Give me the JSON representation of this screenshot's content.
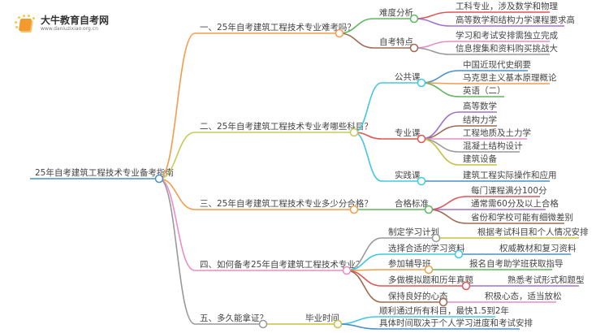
{
  "logo": {
    "title": "大牛教育自考网",
    "url": "www.daniuzixiao.org.cn"
  },
  "root": "25年自考建筑工程技术专业备考指南",
  "colors": {
    "root": "#4a90c8",
    "orange": "#f39c4a",
    "lime": "#c8c85a",
    "pink": "#e88ccc",
    "gray": "#999999",
    "green": "#5cb85c",
    "red": "#e05555",
    "purple": "#a070d0",
    "brown": "#a06a50",
    "cyan": "#40c8e0",
    "blue": "#4a90c8",
    "yellow": "#c8c040"
  },
  "b1": {
    "title": "一、25年自考建筑工程技术专业难考吗？",
    "c0": {
      "label": "难度分析",
      "leaves": [
        "工科专业，涉及数学和物理",
        "高等数学和结构力学课程要求高"
      ]
    },
    "c1": {
      "label": "自考特点",
      "leaves": [
        "学习和考试安排需独立完成",
        "信息搜集和资料购买挑战大"
      ]
    }
  },
  "b2": {
    "title": "二、25年自考建筑工程技术专业考哪些科目？",
    "c0": {
      "label": "公共课",
      "leaves": [
        "中国近现代史纲要",
        "马克思主义基本原理概论",
        "英语（二）"
      ]
    },
    "c1": {
      "label": "专业课",
      "leaves": [
        "高等数学",
        "结构力学",
        "工程地质及土力学",
        "混凝土结构设计",
        "建筑设备"
      ]
    },
    "c2": {
      "label": "实践课",
      "leaves": [
        "建筑工程实际操作和应用"
      ]
    }
  },
  "b3": {
    "title": "三、25年自考建筑工程技术专业多少分合格？",
    "c0": {
      "label": "合格标准",
      "leaves": [
        "每门课程满分100分",
        "通常需60分及以上合格",
        "省份和学校可能有细微差别"
      ]
    }
  },
  "b4": {
    "title": "四、如何备考25年自考建筑工程技术专业？",
    "c0": {
      "label": "制定学习计划",
      "leaves": [
        "根据考试科目和个人情况安排"
      ]
    },
    "c1": {
      "label": "选择合适的学习资料",
      "leaves": [
        "权威教材和复习资料"
      ]
    },
    "c2": {
      "label": "参加辅导班",
      "leaves": [
        "报名自考助学班获取指导"
      ]
    },
    "c3": {
      "label": "多做模拟题和历年真题",
      "leaves": [
        "熟悉考试形式和题型"
      ]
    },
    "c4": {
      "label": "保持良好的心态",
      "leaves": [
        "积极心态，适当放松"
      ]
    }
  },
  "b5": {
    "title": "五、多久能拿证？",
    "c0": {
      "label": "毕业时间",
      "leaves": [
        "顺利通过所有科目，最快1.5到2年",
        "具体时间取决于个人学习进度和考试安排"
      ]
    }
  }
}
